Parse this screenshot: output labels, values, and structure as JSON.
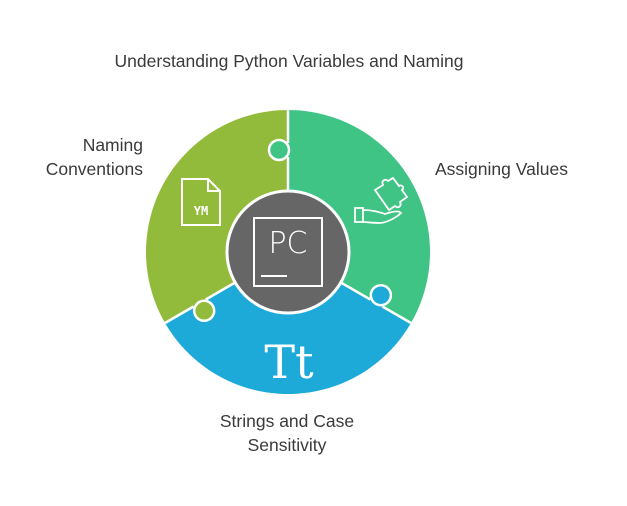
{
  "title": "Understanding Python Variables and Naming",
  "segments": [
    {
      "label_lines": [
        "Assigning Values"
      ],
      "color": "#3fc485",
      "icon": "hand-puzzle-icon"
    },
    {
      "label_lines": [
        "Strings and Case",
        "Sensitivity"
      ],
      "color": "#1eaad9",
      "icon": "text-size-icon",
      "icon_text": "Tt"
    },
    {
      "label_lines": [
        "Naming",
        "Conventions"
      ],
      "color": "#93bb3b",
      "icon": "yml-file-icon",
      "icon_text": "YM"
    }
  ],
  "center": {
    "color": "#666666",
    "icon": "pycharm-logo-icon",
    "logo_text": "PC"
  }
}
